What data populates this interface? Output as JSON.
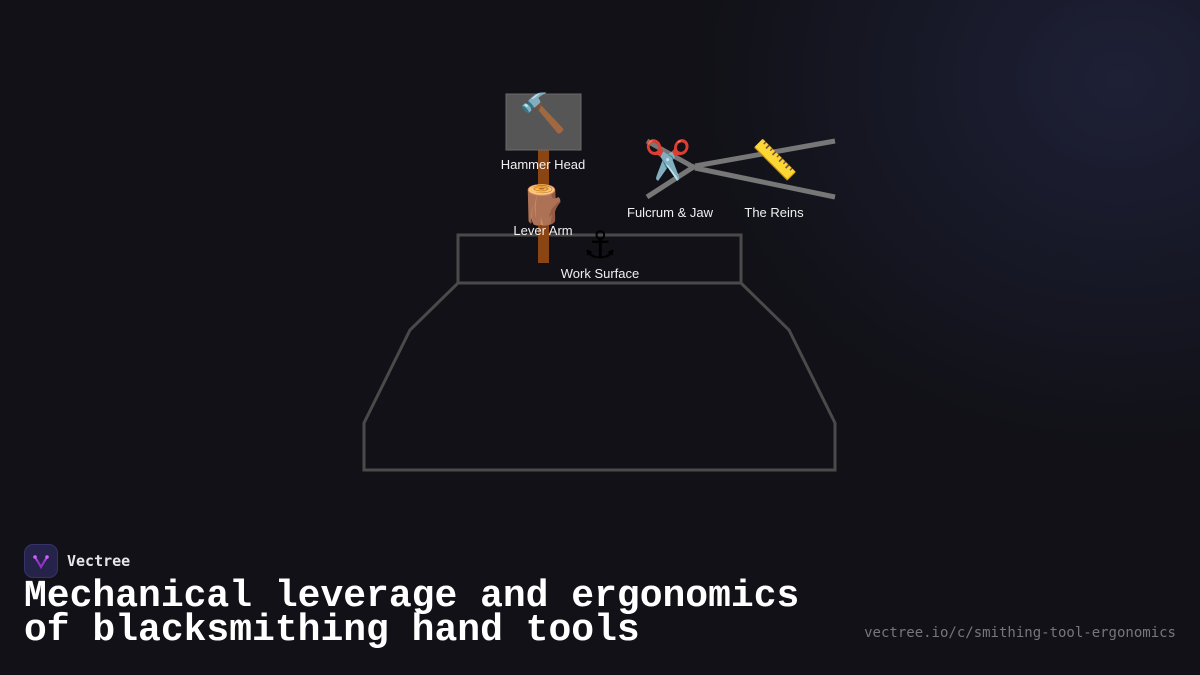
{
  "diagram": {
    "title": "Mechanical leverage and ergonomics of blacksmithing hand tools",
    "components": [
      {
        "id": "hammer-head",
        "label": "Hammer Head",
        "icon": "hammer-icon"
      },
      {
        "id": "lever-arm",
        "label": "Lever Arm",
        "icon": "wood-log-icon"
      },
      {
        "id": "fulcrum-jaw",
        "label": "Fulcrum & Jaw",
        "icon": "scissors-icon"
      },
      {
        "id": "the-reins",
        "label": "The Reins",
        "icon": "ruler-icon"
      },
      {
        "id": "work-surface",
        "label": "Work Surface",
        "icon": "anchor-icon"
      }
    ],
    "icons": {
      "hammer": "🔨",
      "log": "🪵",
      "scissors": "✂️",
      "ruler": "📏",
      "anchor": "⚓"
    },
    "colors": {
      "background": "#111117",
      "outline": "#4a4a4a",
      "hammer_head_fill": "#565656",
      "handle": "#8b4513",
      "tongs": "#777777",
      "label": "#f0f0f0"
    }
  },
  "brand": {
    "name": "Vectree"
  },
  "footer": {
    "url": "vectree.io/c/smithing-tool-ergonomics"
  }
}
